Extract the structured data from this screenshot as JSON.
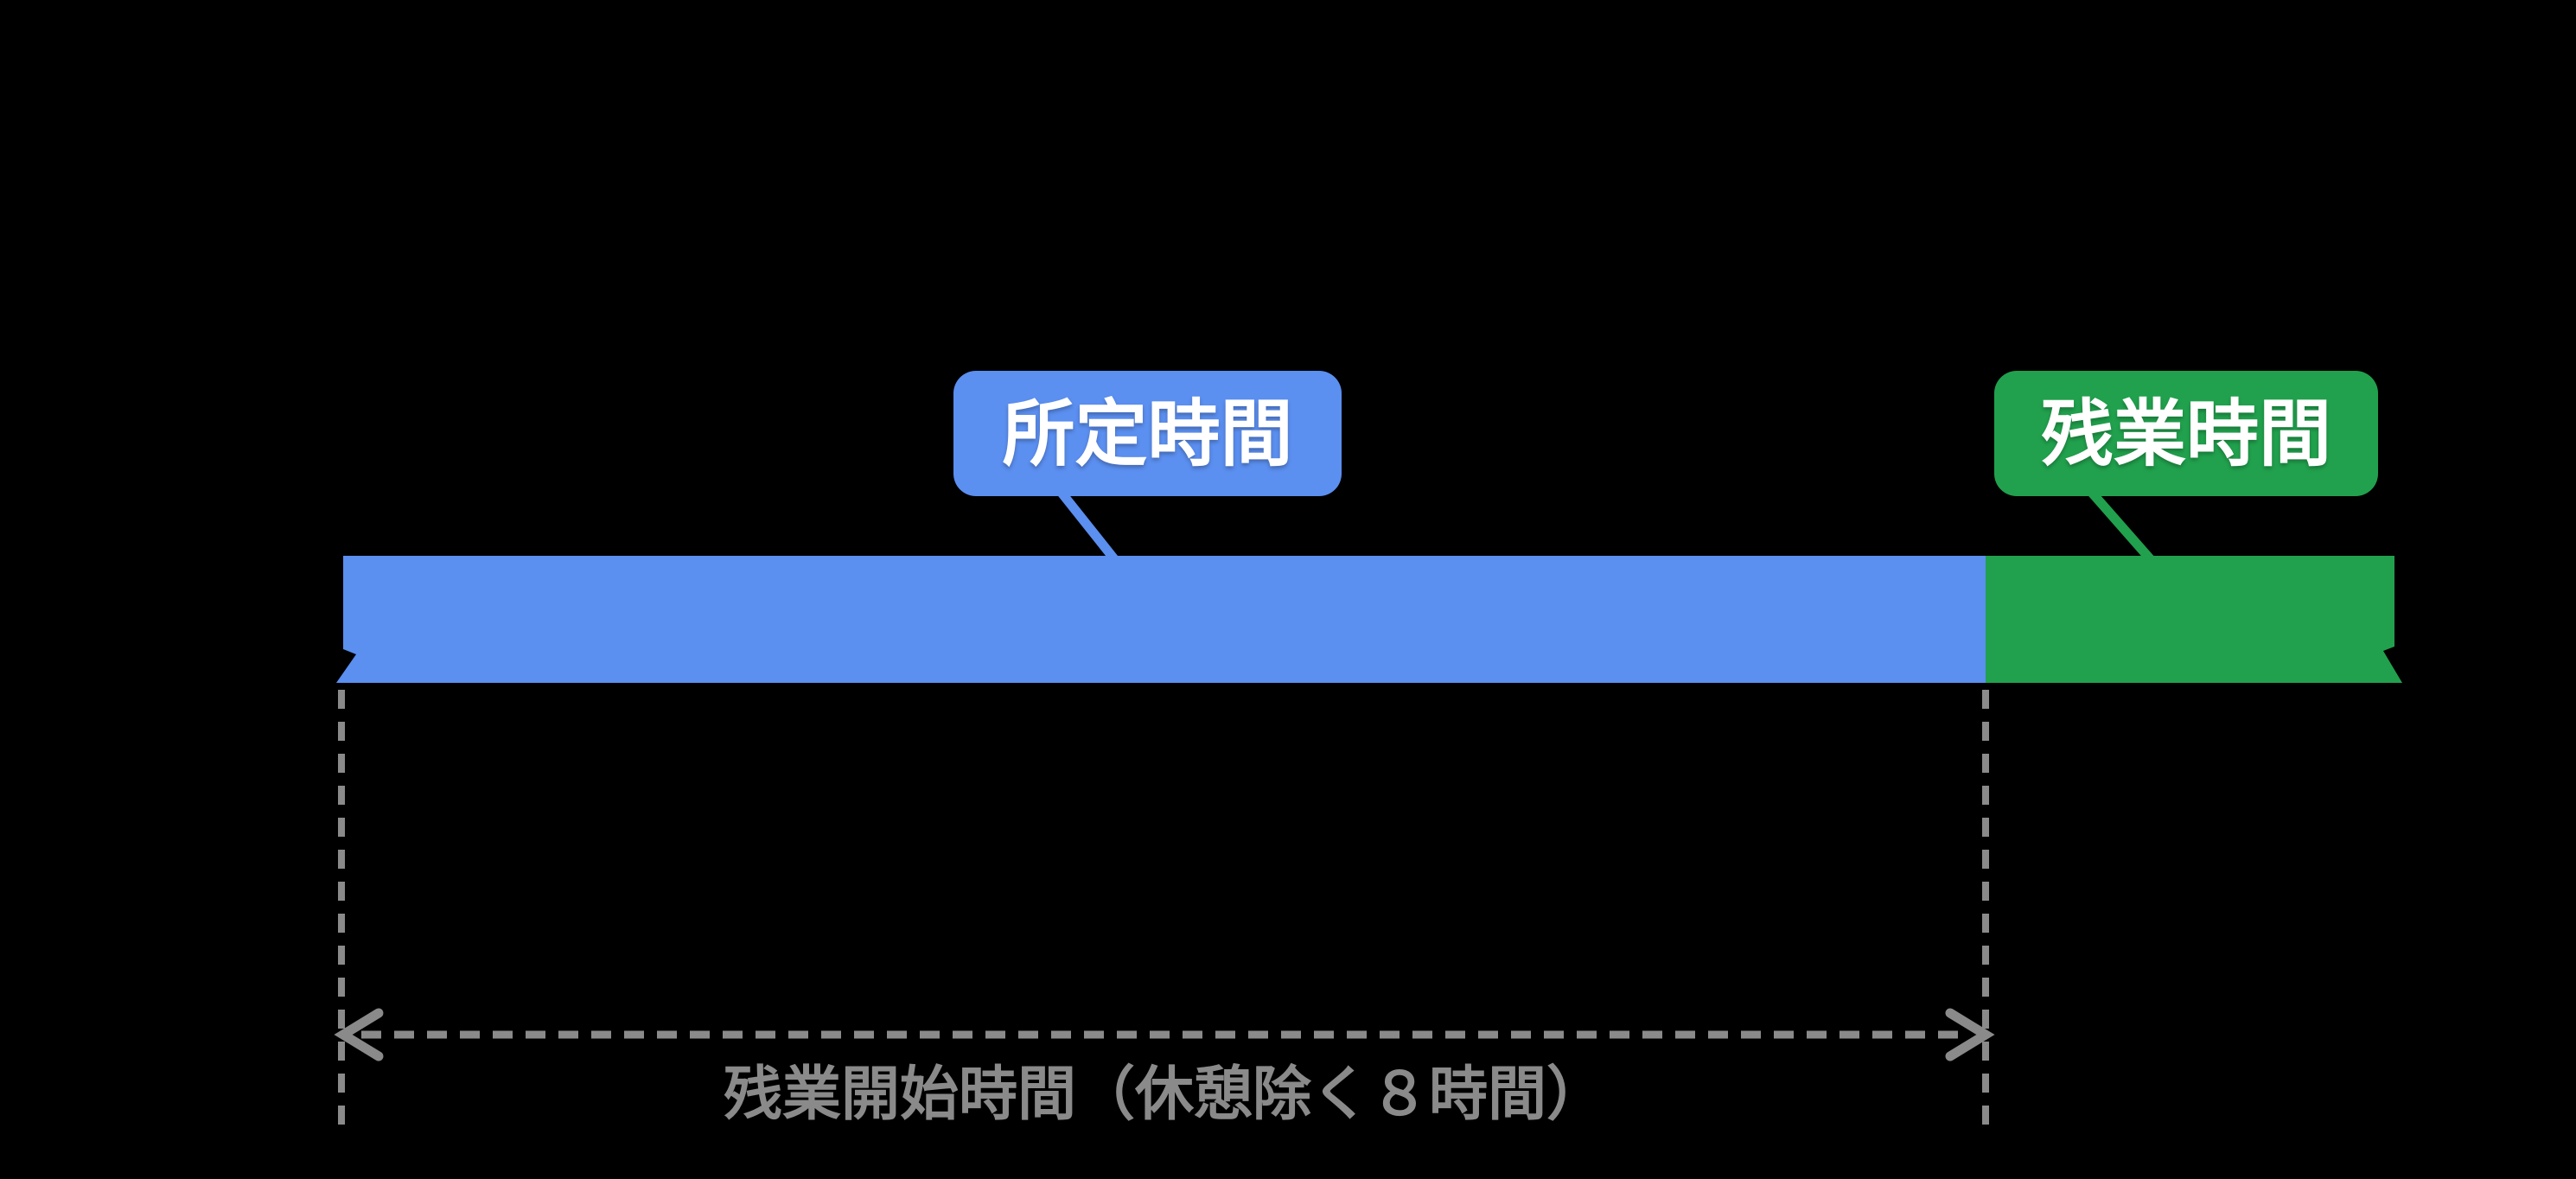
{
  "colors": {
    "background": "#000000",
    "scheduled_blue": "#5b8ff0",
    "overtime_green": "#21a14d",
    "annotation_gray": "#8a8a8a",
    "label_text_white": "#ffffff"
  },
  "labels": {
    "scheduled": "所定時間",
    "overtime": "残業時間"
  },
  "annotation": {
    "overtime_start": "残業開始時間（休憩除く８時間）"
  },
  "bar": {
    "segments": [
      {
        "name": "scheduled",
        "label": "所定時間",
        "color": "#5b8ff0"
      },
      {
        "name": "overtime",
        "label": "残業時間",
        "color": "#21a14d"
      }
    ]
  }
}
